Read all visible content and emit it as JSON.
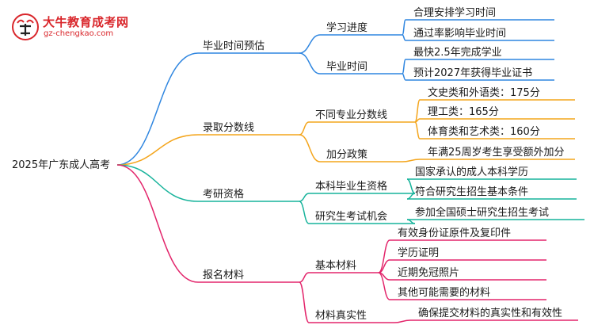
{
  "logo": {
    "name": "大牛教育成考网",
    "url": "gz-chengkao.com"
  },
  "colors": {
    "blue": "#2f86e0",
    "orange": "#f4a51c",
    "green": "#17b39b",
    "pink": "#e3256b",
    "logo_red": "#d9262b"
  },
  "mindmap": {
    "root": "2025年广东成人高考",
    "branches": [
      {
        "label": "毕业时间预估",
        "color": "blue",
        "children": [
          {
            "label": "学习进度",
            "leaves": [
              "合理安排学习时间",
              "通过率影响毕业时间"
            ]
          },
          {
            "label": "毕业时间",
            "leaves": [
              "最快2.5年完成学业",
              "预计2027年获得毕业证书"
            ]
          }
        ]
      },
      {
        "label": "录取分数线",
        "color": "orange",
        "children": [
          {
            "label": "不同专业分数线",
            "leaves": [
              "文史类和外语类：175分",
              "理工类：165分",
              "体育类和艺术类：160分"
            ]
          },
          {
            "label": "加分政策",
            "leaves": [
              "年满25周岁考生享受额外加分"
            ]
          }
        ]
      },
      {
        "label": "考研资格",
        "color": "green",
        "children": [
          {
            "label": "本科毕业生资格",
            "leaves": [
              "国家承认的成人本科学历",
              "符合研究生招生基本条件"
            ]
          },
          {
            "label": "研究生考试机会",
            "leaves": [
              "参加全国硕士研究生招生考试"
            ]
          }
        ]
      },
      {
        "label": "报名材料",
        "color": "pink",
        "children": [
          {
            "label": "基本材料",
            "leaves": [
              "有效身份证原件及复印件",
              "学历证明",
              "近期免冠照片",
              "其他可能需要的材料"
            ]
          },
          {
            "label": "材料真实性",
            "leaves": [
              "确保提交材料的真实性和有效性"
            ]
          }
        ]
      }
    ]
  }
}
